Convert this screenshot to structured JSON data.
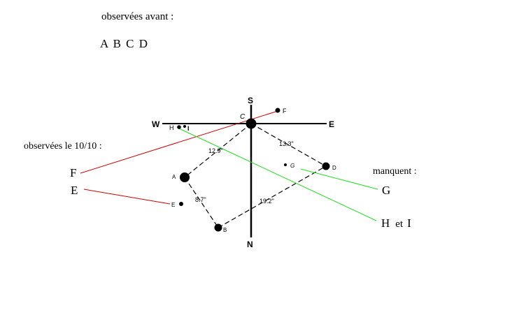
{
  "labels": {
    "observed_before": "observées  avant :",
    "observed_before_stars": "A  B  C  D",
    "observed_on_date": "observées le 10/10 :",
    "missing": "manquent :",
    "side_F": "F",
    "side_E": "E",
    "side_G": "G",
    "side_H": "H",
    "side_et": "et",
    "side_I": "I"
  },
  "compass": {
    "north": "N",
    "south": "S",
    "east": "E",
    "west": "W"
  },
  "stars": {
    "A": "A",
    "B": "B",
    "C": "C",
    "D": "D",
    "E": "E",
    "F": "F",
    "G": "G",
    "H": "H",
    "I": "I"
  },
  "distances": {
    "CA": "12.9\"",
    "CD": "13.3\"",
    "AB": "8.7\"",
    "BD": "19.2\""
  },
  "colors": {
    "ink": "#000000",
    "observed_line": "#cc0000",
    "missing_line": "#22dd22"
  }
}
